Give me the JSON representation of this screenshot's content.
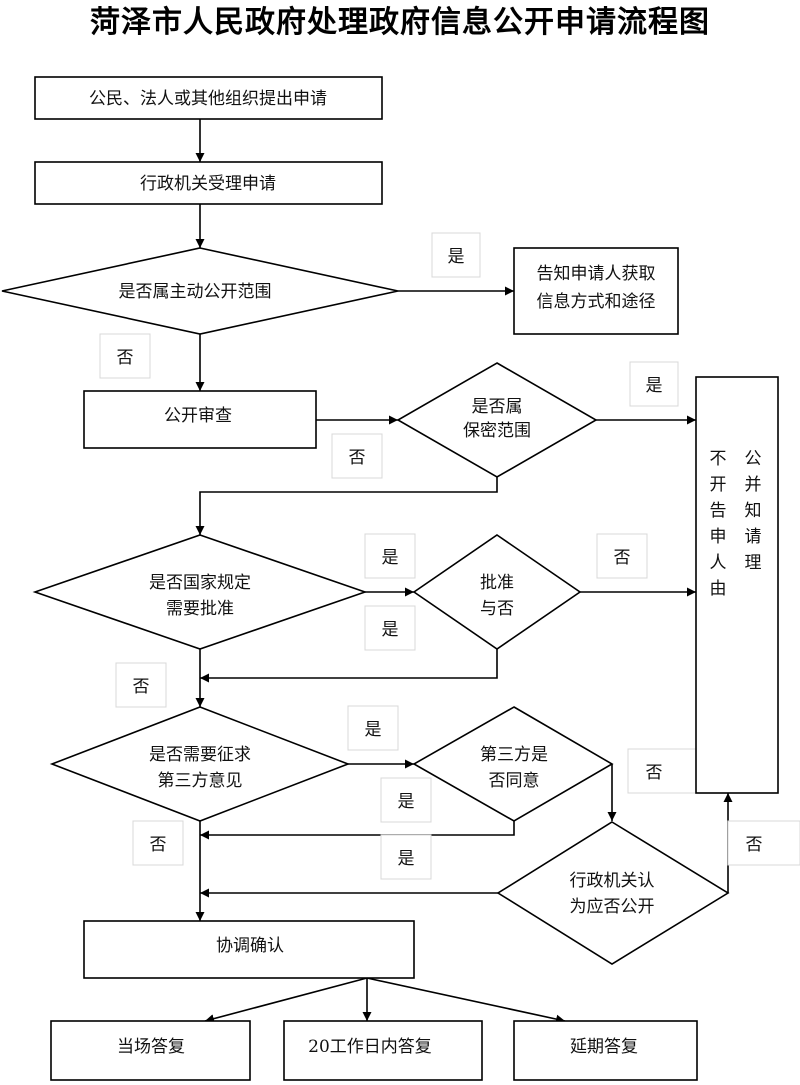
{
  "title": "菏泽市人民政府处理政府信息公开申请流程图",
  "nodes": {
    "submit": "公民、法人或其他组织提出申请",
    "accept": "行政机关受理申请",
    "q_active": "是否属主动公开范围",
    "inform_method": [
      "告知申请人获取",
      "信息方式和途径"
    ],
    "review": "公开审查",
    "q_secret": [
      "是否属",
      "保密范围"
    ],
    "refuse": {
      "col1": [
        "不",
        "开",
        "告",
        "申",
        "人",
        "由"
      ],
      "col2": [
        "公",
        "并",
        "知",
        "请",
        "理"
      ]
    },
    "q_approval": [
      "是否国家规定",
      "需要批准"
    ],
    "q_approved": [
      "批准",
      "与否"
    ],
    "q_third": [
      "是否需要征求",
      "第三方意见"
    ],
    "q_third_agree": [
      "第三方是",
      "否同意"
    ],
    "q_agency": [
      "行政机关认",
      "为应否公开"
    ],
    "confirm": "协调确认",
    "out_spot": "当场答复",
    "out_20days": "20工作日内答复",
    "out_delay": "延期答复"
  },
  "labels": {
    "yes": "是",
    "no": "否"
  }
}
